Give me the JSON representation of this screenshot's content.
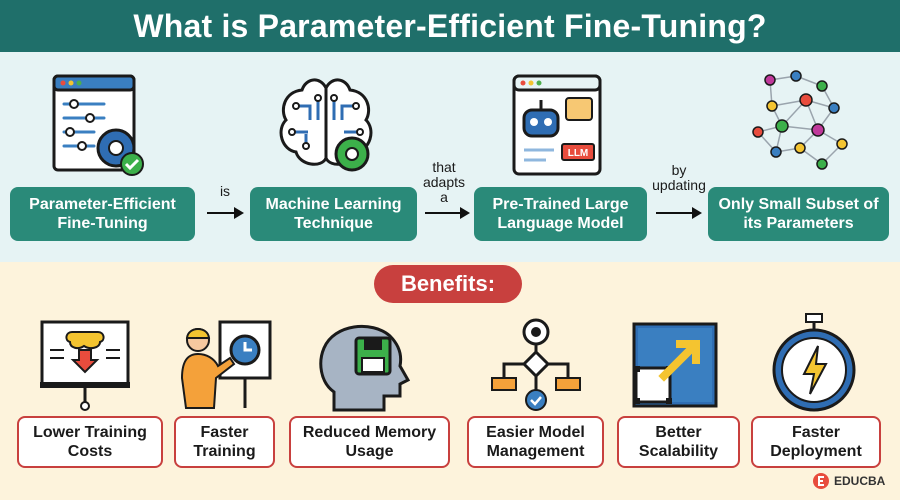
{
  "title": "What is Parameter-Efficient Fine-Tuning?",
  "flow": {
    "boxes": [
      "Parameter-Efficient Fine-Tuning",
      "Machine Learning Technique",
      "Pre-Trained Large Language Model",
      "Only Small Subset of its Parameters"
    ],
    "connectors": [
      "is",
      "that adapts a",
      "by updating"
    ]
  },
  "llm_badge": "LLM",
  "benefits_label": "Benefits:",
  "benefits": [
    "Lower Training Costs",
    "Faster Training",
    "Reduced Memory Usage",
    "Easier Model Management",
    "Better Scalability",
    "Faster Deployment"
  ],
  "logo": {
    "text": "EDUCBA"
  },
  "colors": {
    "header": "#1f6f6a",
    "flow_box": "#2a8a79",
    "accent_red": "#c8403e",
    "top_bg": "#e6f3f4",
    "bottom_bg": "#fdf3dc"
  },
  "icons": [
    "settings-window-icon",
    "brain-gear-icon",
    "llm-chatbot-icon",
    "neural-network-icon",
    "cost-presentation-icon",
    "trainer-clock-icon",
    "head-memory-icon",
    "model-management-icon",
    "scalability-icon",
    "stopwatch-icon"
  ]
}
